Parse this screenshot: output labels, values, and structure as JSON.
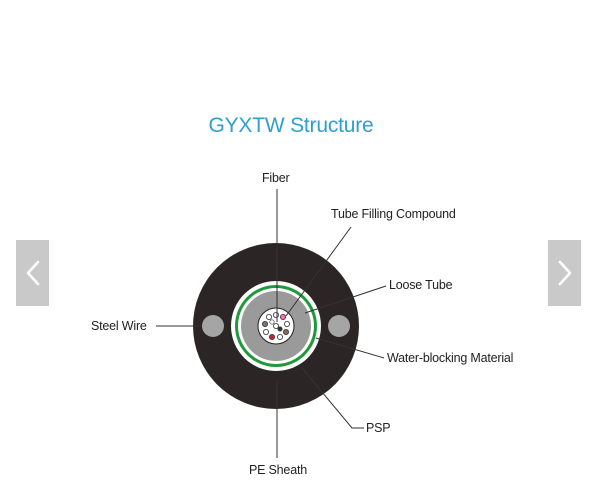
{
  "title": "GYXTW Structure",
  "labels": {
    "fiber": "Fiber",
    "tube_filling": "Tube Filling Compound",
    "loose_tube": "Loose Tube",
    "steel_wire": "Steel Wire",
    "water_blocking": "Water-blocking Material",
    "psp": "PSP",
    "pe_sheath": "PE Sheath"
  },
  "nav": {
    "prev_icon": "chevron-left-icon",
    "next_icon": "chevron-right-icon"
  },
  "colors": {
    "title": "#2f9fd0",
    "sheath": "#2b2625",
    "green_ring": "#1f9a3a",
    "gray_tube": "#9a9a9a",
    "steel_wire": "#a5a5a5",
    "nav_bg": "#c9c9c9"
  }
}
